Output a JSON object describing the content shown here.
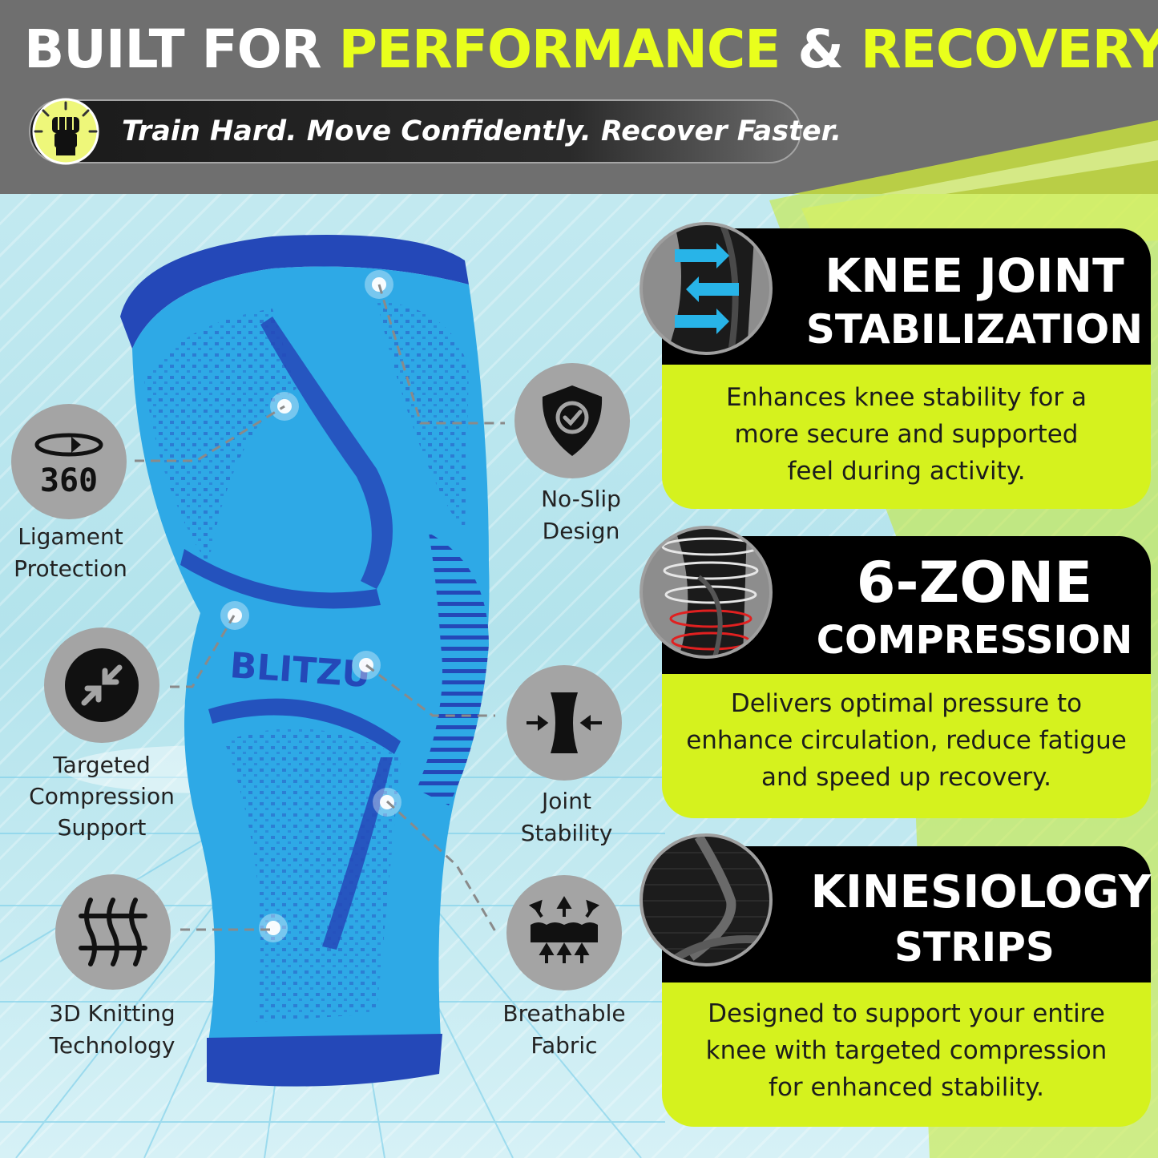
{
  "header": {
    "headline_part1": "BUILT FOR ",
    "headline_part2": "PERFORMANCE",
    "headline_part3": " & ",
    "headline_part4": "RECOVERY",
    "tagline": "Train Hard. Move Confidently. Recover Faster.",
    "badge_icon": "fist-icon"
  },
  "product": {
    "brand": "BLITZU",
    "image": "knee-sleeve"
  },
  "features_left": [
    {
      "icon": "360-rotation-icon",
      "icon_text": "360",
      "label_line1": "Ligament",
      "label_line2": "Protection"
    },
    {
      "icon": "compress-arrows-icon",
      "label_line1": "Targeted",
      "label_line2": "Compression",
      "label_line3": "Support"
    },
    {
      "icon": "knit-pattern-icon",
      "label_line1": "3D Knitting",
      "label_line2": "Technology"
    }
  ],
  "features_middle": [
    {
      "icon": "shield-check-icon",
      "label_line1": "No-Slip",
      "label_line2": "Design"
    },
    {
      "icon": "joint-stability-icon",
      "label_line1": "Joint",
      "label_line2": "Stability"
    },
    {
      "icon": "breathable-fabric-icon",
      "label_line1": "Breathable",
      "label_line2": "Fabric"
    }
  ],
  "cards": [
    {
      "title_line1": "KNEE JOINT",
      "title_line2": "STABILIZATION",
      "body_line1": "Enhances knee stability for a",
      "body_line2": "more secure and supported",
      "body_line3": "feel during activity."
    },
    {
      "title_line1": "6-ZONE",
      "title_line2": "COMPRESSION",
      "body_line1": "Delivers optimal pressure to",
      "body_line2": "enhance circulation, reduce fatigue",
      "body_line3": "and speed up recovery."
    },
    {
      "title_line1": "KINESIOLOGY",
      "title_line2": "STRIPS",
      "body_line1": "Designed to support your entire",
      "body_line2": "knee with targeted compression",
      "body_line3": "for enhanced stability."
    }
  ],
  "colors": {
    "accent_yellow": "#e9ff1c",
    "card_green": "#d5f21e",
    "sleeve_blue": "#2aa8e6",
    "sleeve_dark_blue": "#2448b8",
    "header_gray": "#6f6f6f"
  }
}
